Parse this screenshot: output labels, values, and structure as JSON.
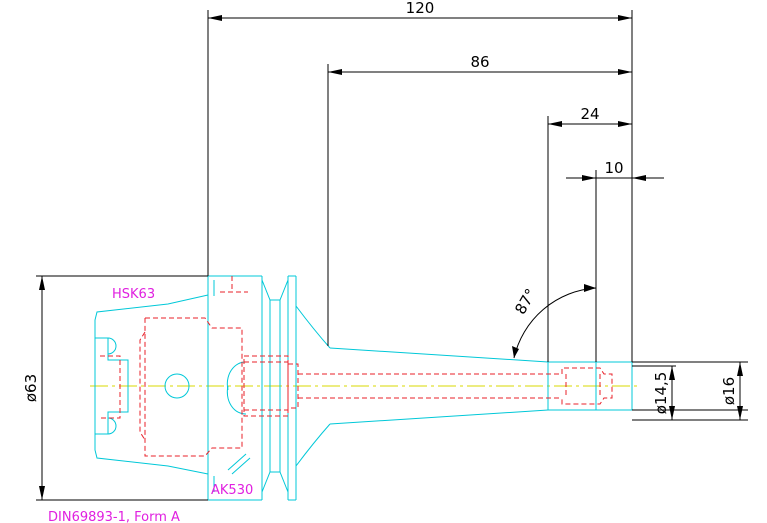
{
  "dimensions": {
    "d120": "120",
    "d86": "86",
    "d24": "24",
    "d10": "10",
    "dia63": "ø63",
    "dia14_5": "ø14,5",
    "dia16": "ø16",
    "angle87": "87°"
  },
  "labels": {
    "hsk": "HSK63",
    "ak": "AK530",
    "standard": "DIN69893-1, Form A"
  },
  "colors": {
    "outline": "#00c8d8",
    "hidden": "#e8202a",
    "center": "#d8d800",
    "dimension": "#000000",
    "label": "#e020e0"
  }
}
